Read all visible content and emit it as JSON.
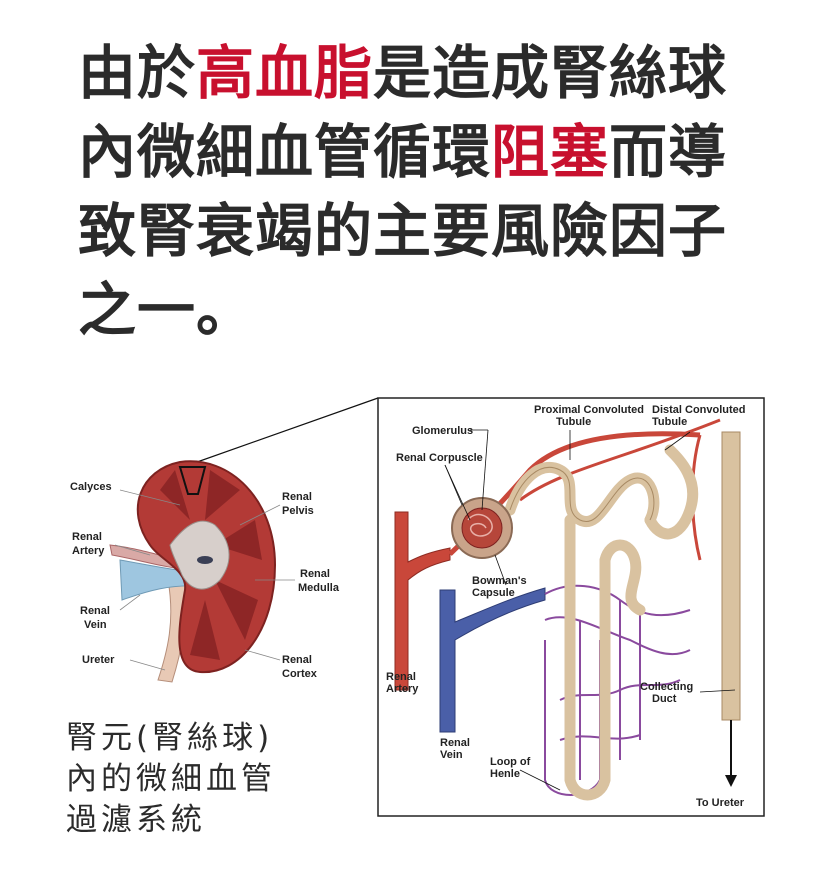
{
  "headline": {
    "line1_a": "由於",
    "line1_hl": "高血脂",
    "line1_b": "是造成腎絲球",
    "line2_a": "內微細血管循環",
    "line2_hl": "阻塞",
    "line2_b": "而導",
    "line3": "致腎衰竭的主要風險因子",
    "line4": "之一。"
  },
  "caption": {
    "line1": "腎元(腎絲球)",
    "line2": "內的微細血管",
    "line3": "過濾系統"
  },
  "kidney_labels": {
    "calyces": "Calyces",
    "renal": "Renal",
    "artery": "Artery",
    "vein": "Vein",
    "ureter": "Ureter",
    "pelvis": "Pelvis",
    "medulla": "Medulla",
    "cortex": "Cortex"
  },
  "nephron_labels": {
    "proximal_1": "Proximal Convoluted",
    "distal_1": "Distal Convoluted",
    "tubule": "Tubule",
    "glomerulus": "Glomerulus",
    "renal_corpuscle": "Renal Corpuscle",
    "bowmans_1": "Bowman's",
    "bowmans_2": "Capsule",
    "renal": "Renal",
    "artery": "Artery",
    "vein": "Vein",
    "loop_1": "Loop of",
    "loop_2": "Henle",
    "collecting_1": "Collecting",
    "collecting_2": "Duct",
    "to_ureter": "To Ureter"
  },
  "colors": {
    "highlight": "#c8102e",
    "text": "#2b2b2b",
    "artery": "#c9473a",
    "vein": "#4a5fa8",
    "capillary": "#8a4a9e",
    "tubule": "#d9c2a0"
  }
}
